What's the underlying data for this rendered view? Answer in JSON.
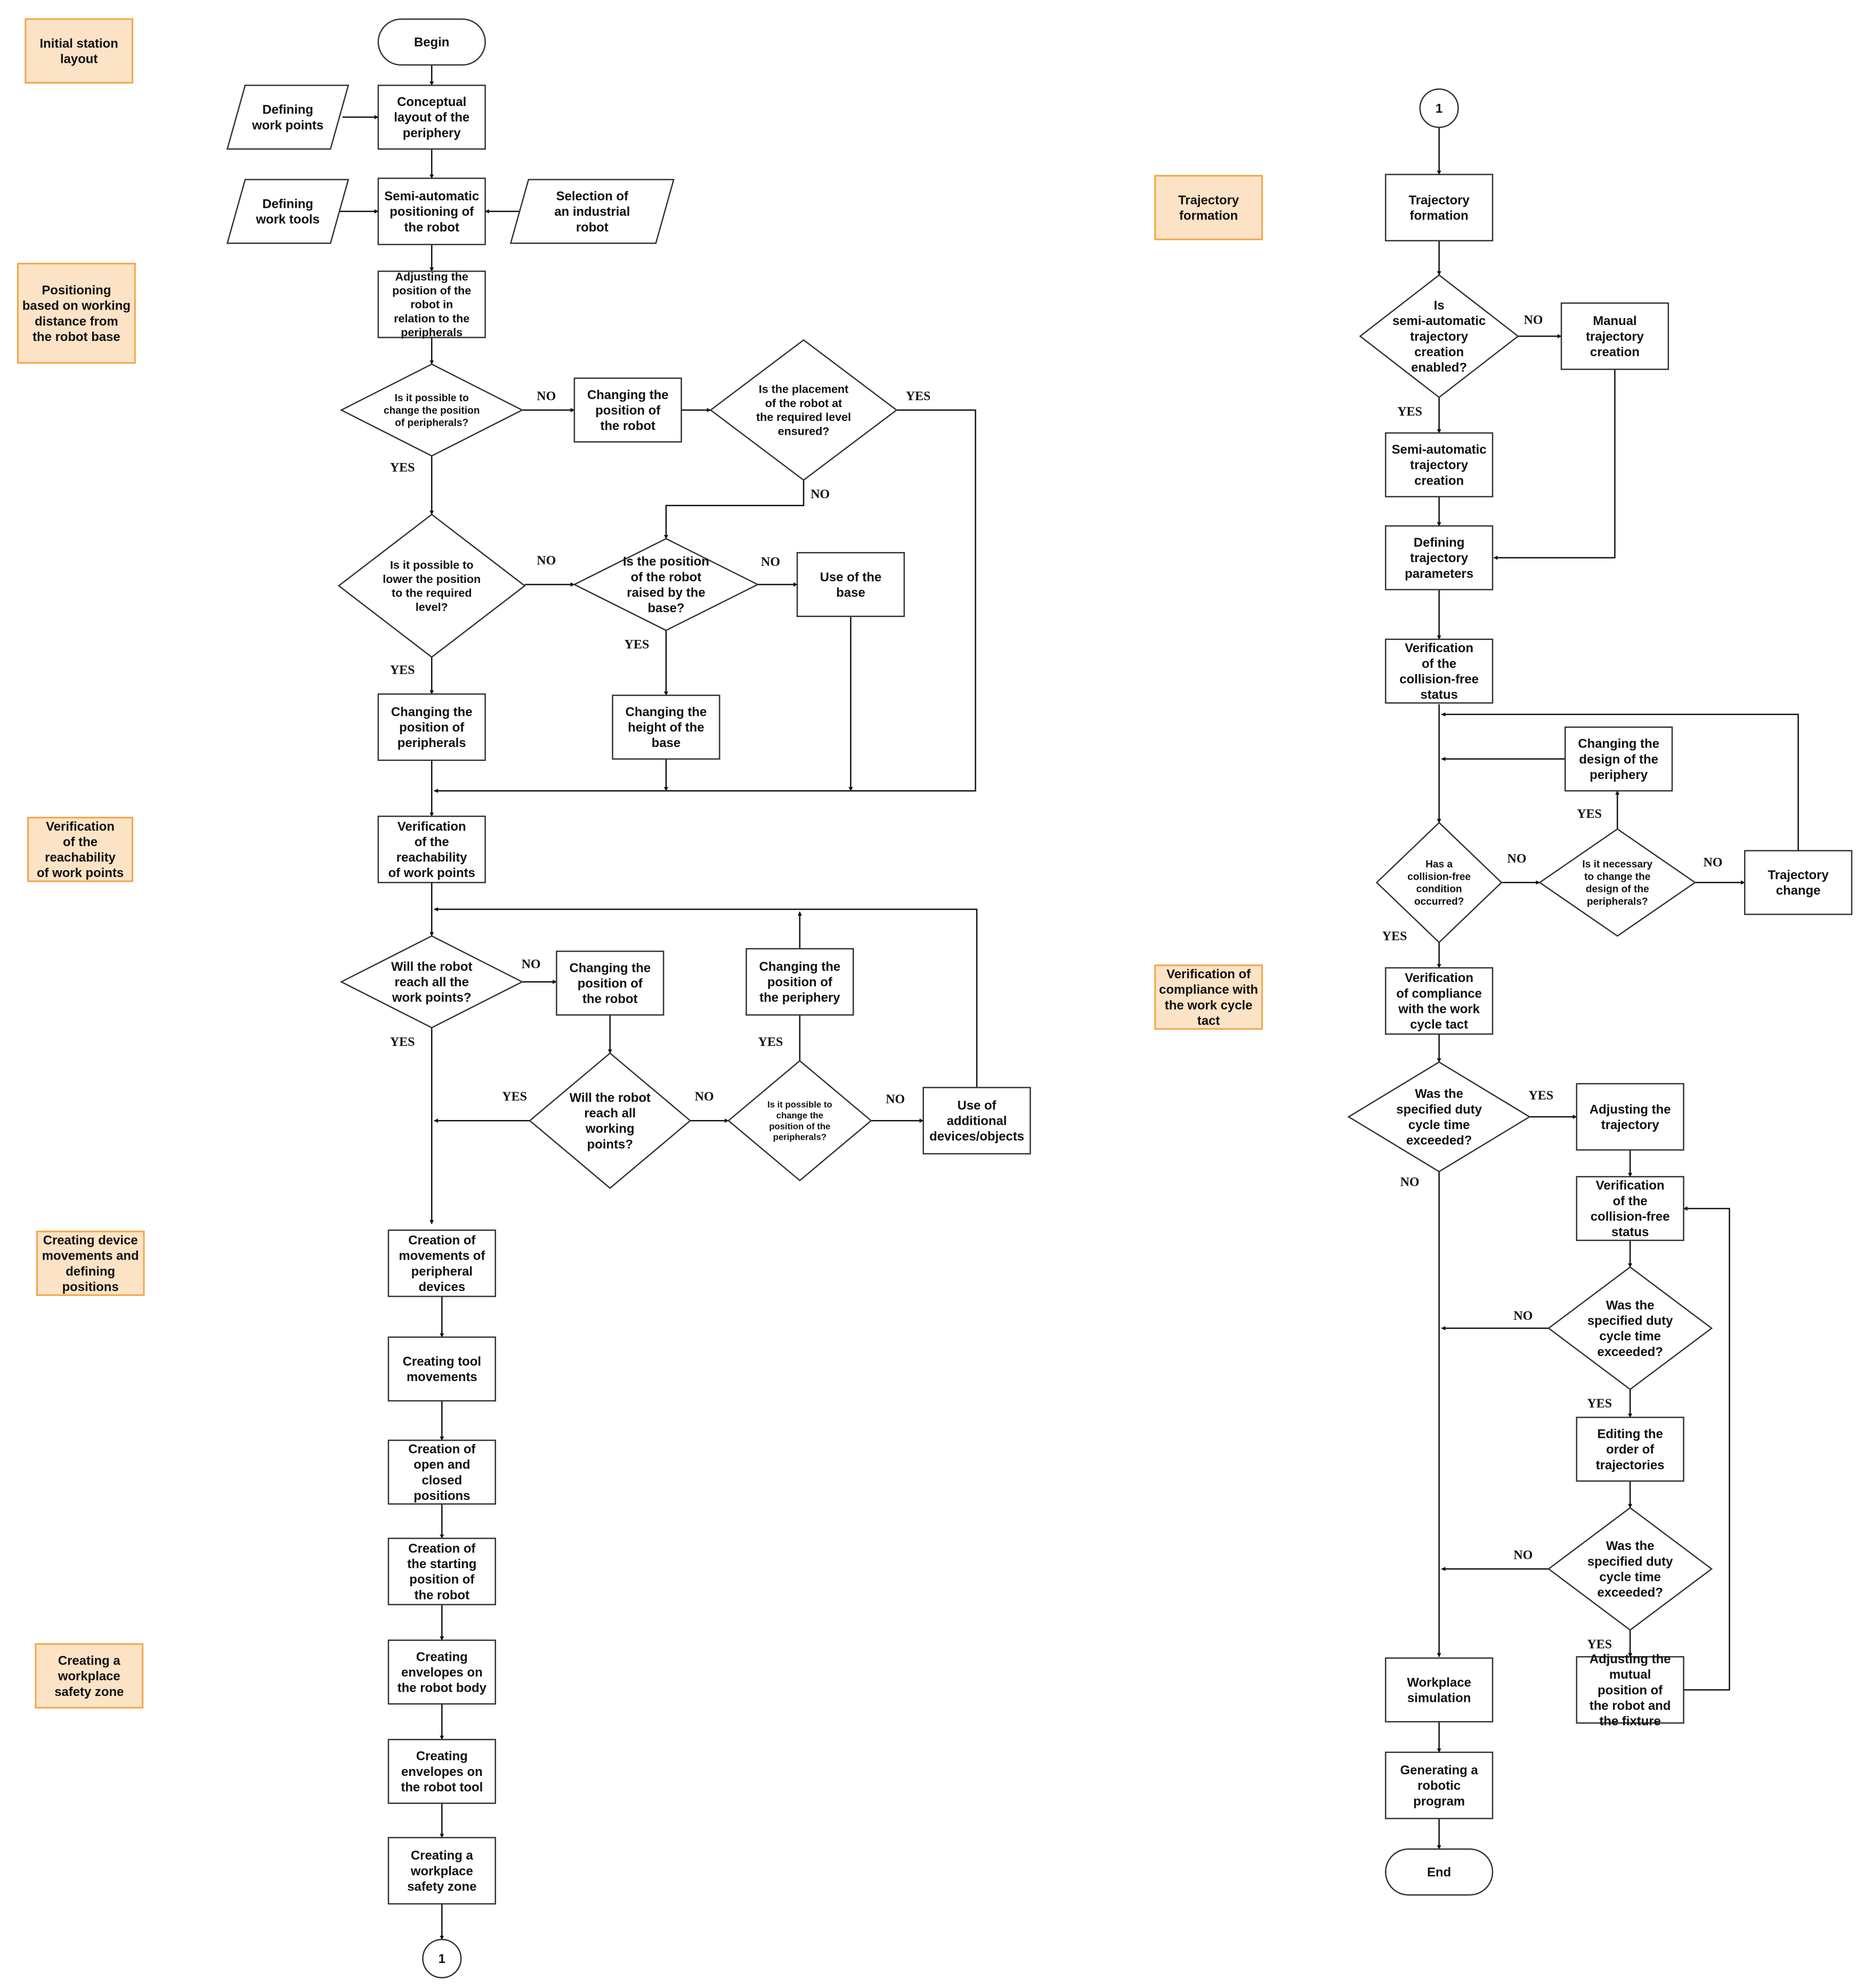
{
  "nodes": {
    "begin": "Begin",
    "conceptual_layout": "Conceptual layout of the periphery",
    "defining_work_points": "Defining work points",
    "defining_work_tools": "Defining work tools",
    "semi_auto_positioning": "Semi-automatic positioning of the robot",
    "selection_robot": "Selection of an industrial robot",
    "adjusting_position": "Adjusting the position of the robot in relation to the peripherals",
    "q_change_peripherals": "Is it possible to change the position of peripherals?",
    "changing_robot_pos_1": "Changing the position of the robot",
    "q_placement_ensured": "Is the placement of the robot at the required level ensured?",
    "q_lower_position": "Is it possible to lower the position to the required level?",
    "q_raised_by_base": "Is the position of the robot raised by the base?",
    "use_base": "Use of the base",
    "changing_peripherals_pos": "Changing the position of peripherals",
    "changing_base_height": "Changing the height of the base",
    "verification_reachability": "Verification of the reachability of work points",
    "q_reach_all_1": "Will the robot reach all the work points?",
    "changing_robot_pos_2": "Changing the position of the robot",
    "changing_periphery_pos": "Changing the position of the periphery",
    "q_reach_all_2": "Will the robot reach all working points?",
    "q_change_peripherals_2": "Is it possible to change the position of the peripherals?",
    "use_additional_devices": "Use of additional devices/objects",
    "creation_peripheral_movements": "Creation of movements of peripheral devices",
    "creating_tool_movements": "Creating tool movements",
    "creation_open_closed": "Creation of open and closed positions",
    "creation_starting_position": "Creation of the starting position of the robot",
    "envelopes_body": "Creating envelopes on the robot body",
    "envelopes_tool": "Creating envelopes on the robot tool",
    "workplace_safety_zone": "Creating a workplace safety zone",
    "connector_1": "1",
    "connector_1b": "1",
    "trajectory_formation": "Trajectory formation",
    "q_semi_auto_enabled": "Is semi-automatic trajectory creation enabled?",
    "manual_trajectory": "Manual trajectory creation",
    "semi_auto_trajectory": "Semi-automatic trajectory creation",
    "defining_trajectory_params": "Defining trajectory parameters",
    "verification_collision_1": "Verification of the collision-free status",
    "changing_periphery_design": "Changing the design of the periphery",
    "q_collision_free": "Has a collision-free condition occurred?",
    "q_change_design": "Is it necessary to change the design of the peripherals?",
    "trajectory_change": "Trajectory change",
    "verification_cycle_tact": "Verification of compliance with the work cycle tact",
    "q_duty_cycle_1": "Was the specified duty cycle time exceeded?",
    "adjusting_trajectory": "Adjusting the trajectory",
    "verification_collision_2": "Verification of the collision-free status",
    "q_duty_cycle_2": "Was the specified duty cycle time exceeded?",
    "editing_order": "Editing the order of trajectories",
    "q_duty_cycle_3": "Was the specified duty cycle time exceeded?",
    "adjusting_mutual_position": "Adjusting the mutual position of the robot and the fixture",
    "workplace_simulation": "Workplace simulation",
    "generating_program": "Generating a robotic program",
    "end": "End"
  },
  "annotations": {
    "initial_layout": "Initial station layout",
    "positioning_distance": "Positioning based on working distance from the robot base",
    "verification_reachability": "Verification of the reachability of work points",
    "device_movements": "Creating device movements and defining positions",
    "safety_zone": "Creating a workplace safety zone",
    "trajectory_formation": "Trajectory formation",
    "verification_compliance": "Verification of compliance with the work cycle tact"
  },
  "labels": {
    "yes": "YES",
    "no": "NO"
  },
  "colors": {
    "annotation_fill": "#fde3c6",
    "annotation_border": "#f2a648",
    "shape_stroke": "#333333",
    "line": "#111111"
  }
}
